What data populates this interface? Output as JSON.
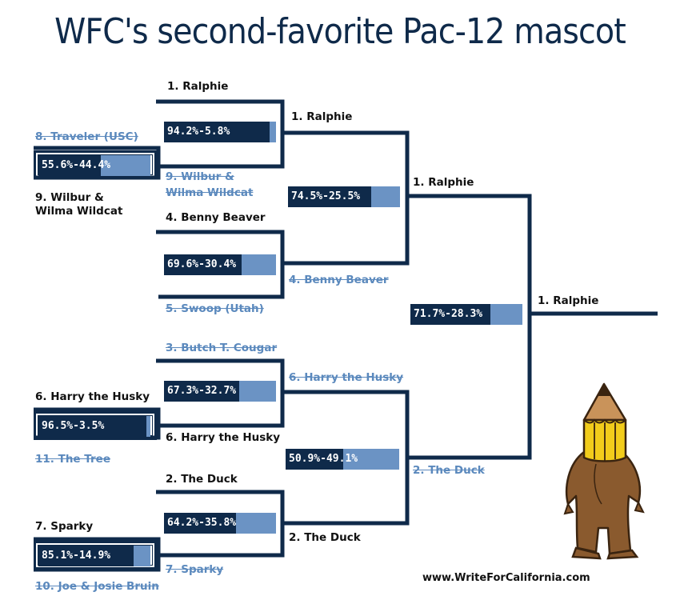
{
  "title": "WFC's second-favorite Pac-12 mascot",
  "credit": "www.WriteForCalifornia.com",
  "colors": {
    "line": "#0f2a4a",
    "bar_dark": "#0f2a4a",
    "bar_light": "#6b93c4",
    "loser": "#5b89bd"
  },
  "first_round": [
    {
      "winner": "9. Wilbur & Wilma Wildcat",
      "loser": "8. Traveler (USC)",
      "result": "55.6%-44.4%",
      "winner_share": 0.556
    },
    {
      "winner": "6. Harry the Husky",
      "loser": "11. The Tree",
      "result": "96.5%-3.5%",
      "winner_share": 0.965
    },
    {
      "winner": "7. Sparky",
      "loser": "10. Joe & Josie Bruin",
      "result": "85.1%-14.9%",
      "winner_share": 0.851
    }
  ],
  "quarterfinals": [
    {
      "top": "1. Ralphie",
      "bottom": "9. Wilbur & Wilma Wildcat",
      "bottom_lines": [
        "9. Wilbur &",
        "Wilma Wildcat"
      ],
      "winner": "1. Ralphie",
      "result": "94.2%-5.8%",
      "winner_share": 0.942
    },
    {
      "top": "4. Benny Beaver",
      "bottom": "5. Swoop (Utah)",
      "winner": "4. Benny Beaver",
      "result": "69.6%-30.4%",
      "winner_share": 0.696
    },
    {
      "top": "3. Butch T. Cougar",
      "bottom": "6. Harry the Husky",
      "winner": "6. Harry the Husky",
      "result": "67.3%-32.7%",
      "winner_share": 0.673
    },
    {
      "top": "2. The Duck",
      "bottom": "7. Sparky",
      "winner": "2. The Duck",
      "result": "64.2%-35.8%",
      "winner_share": 0.642
    }
  ],
  "semifinals": [
    {
      "top": "1. Ralphie",
      "bottom": "4. Benny Beaver",
      "winner": "1. Ralphie",
      "result": "74.5%-25.5%",
      "winner_share": 0.745
    },
    {
      "top": "6. Harry the Husky",
      "bottom": "2. The Duck",
      "winner": "2. The Duck",
      "result": "50.9%-49.1%",
      "winner_share": 0.509
    }
  ],
  "final": {
    "top": "1. Ralphie",
    "bottom": "2. The Duck",
    "winner": "1. Ralphie",
    "result": "71.7%-28.3%",
    "winner_share": 0.717
  },
  "champion": "1. Ralphie",
  "mascot_icon": "pencil-head-bear-icon"
}
